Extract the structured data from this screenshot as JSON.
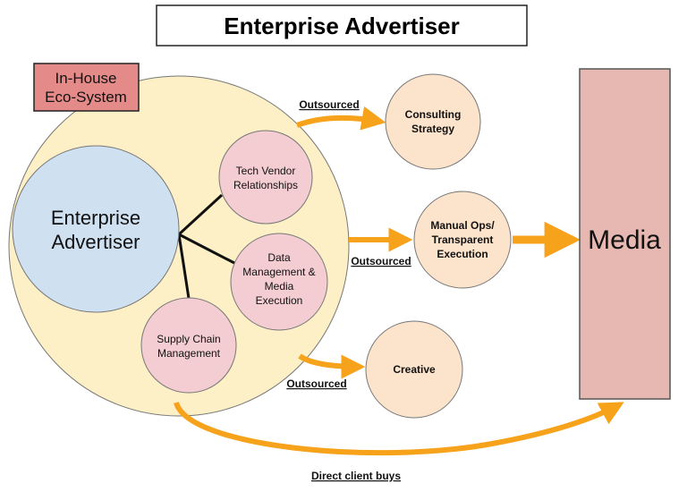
{
  "title": "Enterprise Advertiser",
  "in_house_box": {
    "line1": "In-House",
    "line2": "Eco-System"
  },
  "core": {
    "line1": "Enterprise",
    "line2": "Advertiser"
  },
  "internal_functions": {
    "tech_vendor": {
      "line1": "Tech Vendor",
      "line2": "Relationships"
    },
    "data_mgmt": {
      "line1": "Data",
      "line2": "Management &",
      "line3": "Media",
      "line4": "Execution"
    },
    "supply_chain": {
      "line1": "Supply Chain",
      "line2": "Management"
    }
  },
  "external_services": {
    "consulting": {
      "line1": "Consulting",
      "line2": "Strategy"
    },
    "manual_ops": {
      "line1": "Manual Ops/",
      "line2": "Transparent",
      "line3": "Execution"
    },
    "creative": {
      "line1": "Creative"
    }
  },
  "media": "Media",
  "labels": {
    "outsourced_top": "Outsourced",
    "outsourced_middle": "Outsourced",
    "outsourced_bottom": "Outsourced",
    "direct_client_buys": "Direct client buys"
  },
  "colors": {
    "ecosystem_fill": "#fdefc6",
    "core_fill": "#cfe0f1",
    "function_fill": "#f3cdd1",
    "service_fill": "#fce3cc",
    "media_fill": "#e6b8b1",
    "label_box_fill": "#e48b89",
    "arrow": "#f7a21b"
  }
}
